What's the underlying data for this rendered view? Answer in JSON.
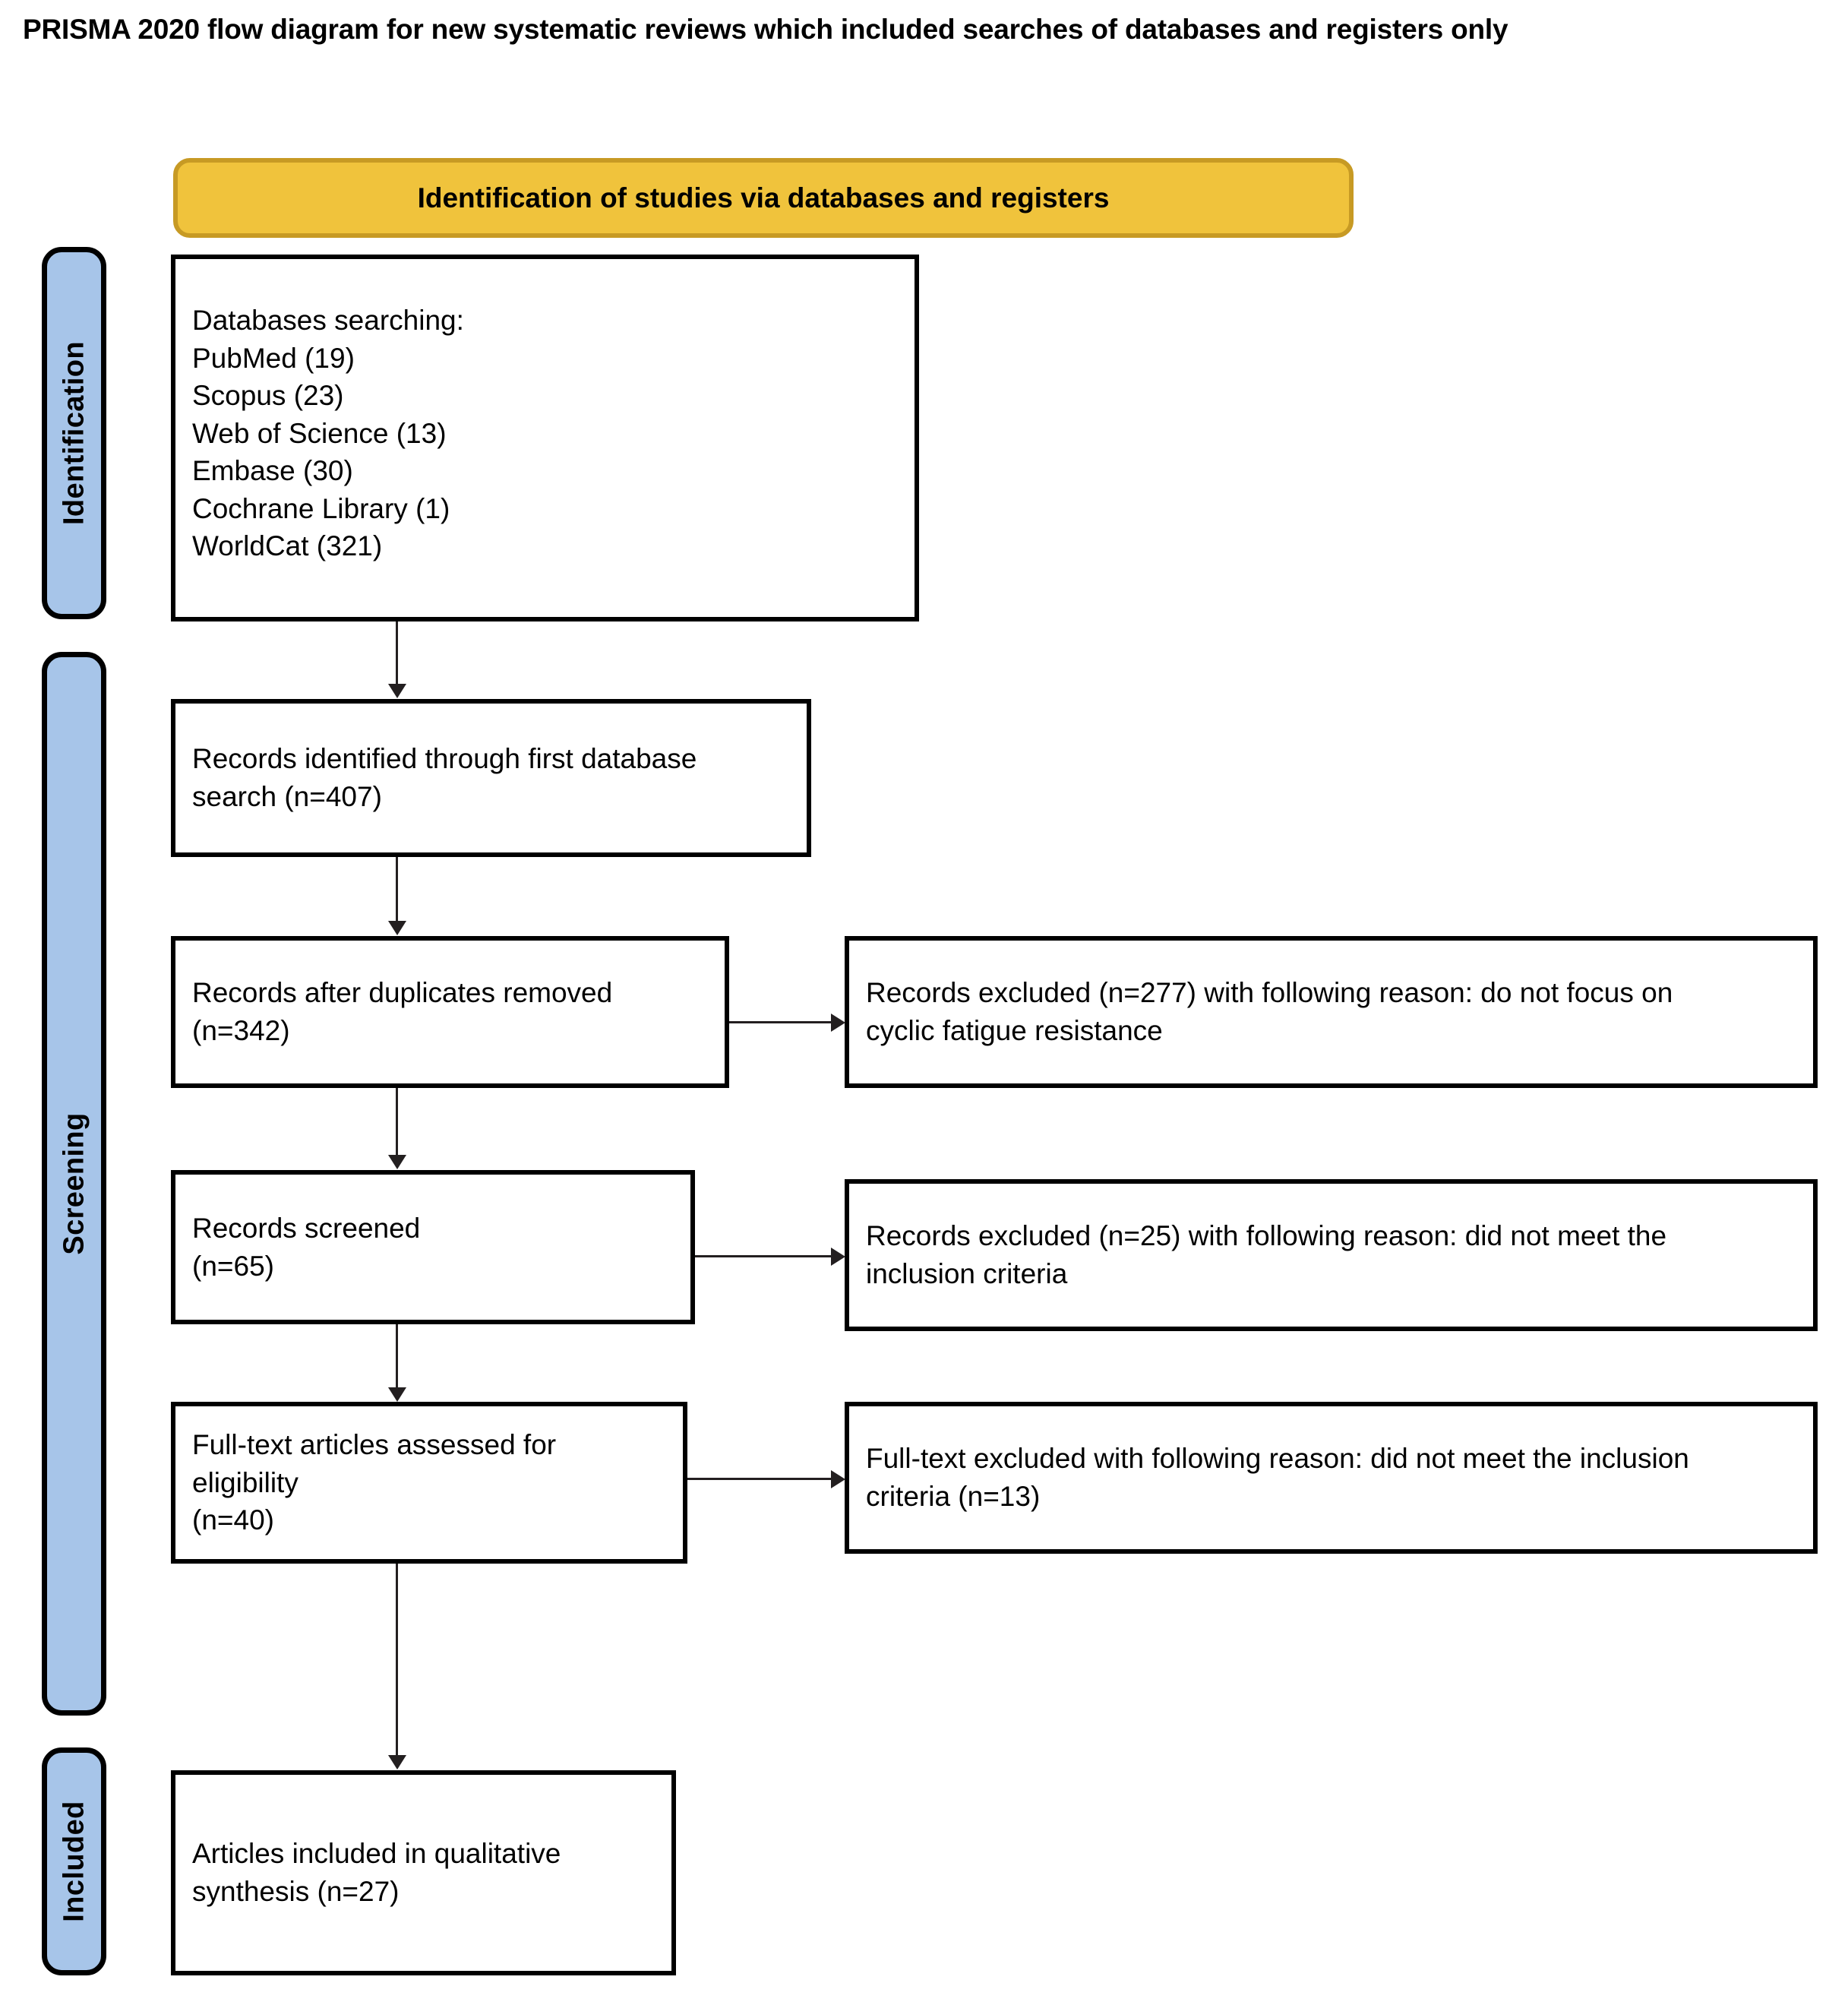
{
  "page": {
    "title": "PRISMA 2020 flow diagram for new systematic reviews which included searches of databases and registers only"
  },
  "banner": {
    "label": "Identification of studies via databases and registers"
  },
  "phases": [
    {
      "id": "identification",
      "label": "Identification"
    },
    {
      "id": "screening",
      "label": "Screening"
    },
    {
      "id": "included",
      "label": "Included"
    }
  ],
  "boxes": {
    "databases": {
      "text": "Databases searching:\nPubMed (19)\nScopus (23)\nWeb of Science (13)\nEmbase (30)\nCochrane Library (1)\nWorldCat (321)"
    },
    "identified": {
      "text": "Records identified through first database\nsearch (n=407)"
    },
    "after_duplicates": {
      "text": "Records after duplicates removed\n(n=342)"
    },
    "excluded_duplicates": {
      "text": "Records excluded (n=277) with following reason: do not focus on\ncyclic fatigue resistance"
    },
    "screened": {
      "text": "Records screened\n(n=65)"
    },
    "excluded_screened": {
      "text": "Records excluded (n=25) with following reason: did not meet the\ninclusion criteria"
    },
    "fulltext": {
      "text": "Full-text articles assessed for\neligibility\n(n=40)"
    },
    "excluded_fulltext": {
      "text": "Full-text excluded with following reason: did not meet the inclusion\ncriteria (n=13)"
    },
    "included_final": {
      "text": "Articles included in qualitative\nsynthesis (n=27)"
    }
  },
  "chart_data": {
    "type": "diagram",
    "title": "PRISMA 2020 flow diagram for new systematic reviews which included searches of databases and registers only",
    "nodes": [
      {
        "id": "databases",
        "phase": "Identification",
        "label": "Databases searching",
        "sources": [
          {
            "name": "PubMed",
            "n": 19
          },
          {
            "name": "Scopus",
            "n": 23
          },
          {
            "name": "Web of Science",
            "n": 13
          },
          {
            "name": "Embase",
            "n": 30
          },
          {
            "name": "Cochrane Library",
            "n": 1
          },
          {
            "name": "WorldCat",
            "n": 321
          }
        ]
      },
      {
        "id": "identified",
        "phase": "Screening",
        "label": "Records identified through first database search",
        "n": 407
      },
      {
        "id": "after_duplicates",
        "phase": "Screening",
        "label": "Records after duplicates removed",
        "n": 342
      },
      {
        "id": "excluded_duplicates",
        "phase": "Screening",
        "label": "Records excluded with following reason: do not focus on cyclic fatigue resistance",
        "n": 277
      },
      {
        "id": "screened",
        "phase": "Screening",
        "label": "Records screened",
        "n": 65
      },
      {
        "id": "excluded_screened",
        "phase": "Screening",
        "label": "Records excluded with following reason: did not meet the inclusion criteria",
        "n": 25
      },
      {
        "id": "fulltext",
        "phase": "Screening",
        "label": "Full-text articles assessed for eligibility",
        "n": 40
      },
      {
        "id": "excluded_fulltext",
        "phase": "Screening",
        "label": "Full-text excluded with following reason: did not meet the inclusion criteria",
        "n": 13
      },
      {
        "id": "included_final",
        "phase": "Included",
        "label": "Articles included in qualitative synthesis",
        "n": 27
      }
    ],
    "edges": [
      {
        "from": "databases",
        "to": "identified",
        "direction": "down"
      },
      {
        "from": "identified",
        "to": "after_duplicates",
        "direction": "down"
      },
      {
        "from": "after_duplicates",
        "to": "excluded_duplicates",
        "direction": "right"
      },
      {
        "from": "after_duplicates",
        "to": "screened",
        "direction": "down"
      },
      {
        "from": "screened",
        "to": "excluded_screened",
        "direction": "right"
      },
      {
        "from": "screened",
        "to": "fulltext",
        "direction": "down"
      },
      {
        "from": "fulltext",
        "to": "excluded_fulltext",
        "direction": "right"
      },
      {
        "from": "fulltext",
        "to": "included_final",
        "direction": "down"
      }
    ],
    "colors": {
      "phase_rail": "#a7c5e9",
      "banner": "#f0c33c",
      "banner_border": "#c79a24",
      "box_border": "#000000",
      "connector": "#231f20"
    }
  }
}
